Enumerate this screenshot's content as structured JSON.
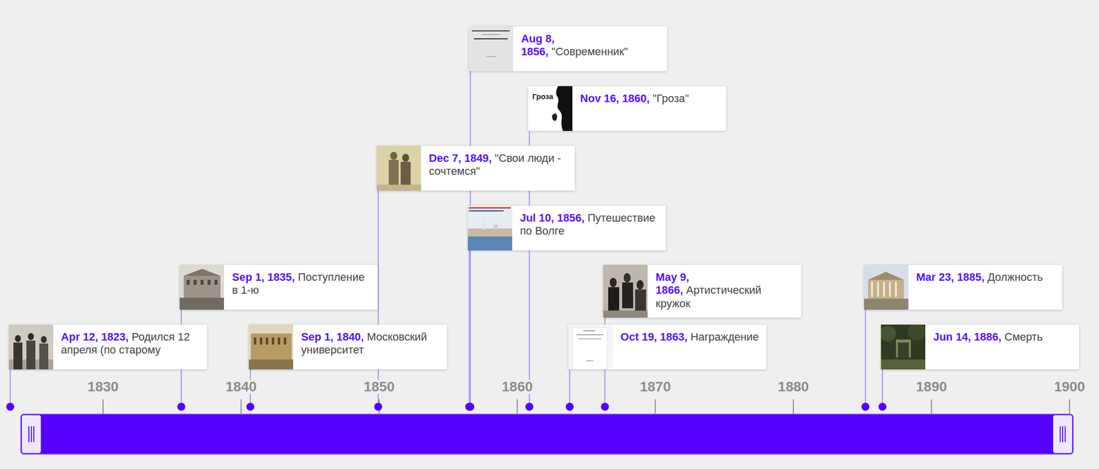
{
  "diagram": {
    "nodes": [
      {
        "text": [
          "Apr 12, 1823,",
          "Родился 12 апреля (по старому"
        ]
      },
      {
        "text": [
          "Sep 1, 1835,",
          "Поступление в 1-ю"
        ]
      },
      {
        "text": [
          "Sep 1, 1840,",
          "Московский университет"
        ]
      },
      {
        "text": [
          "Dec 7, 1849,",
          "\"Свои люди - сочтемся\""
        ]
      },
      {
        "text": [
          "Jul 10, 1856,",
          "Путешествие по Волге"
        ]
      },
      {
        "text": [
          "Aug 8, 1856,",
          "\"Современник\""
        ]
      },
      {
        "text": [
          "Nov 16, 1860,",
          "\"Гроза\""
        ]
      },
      {
        "text": [
          "Oct 19, 1863,",
          "Награждение"
        ]
      },
      {
        "text": [
          "May 9, 1866,",
          "Артистический кружок"
        ]
      },
      {
        "text": [
          "Mar 23, 1885,",
          "Должность"
        ]
      },
      {
        "text": [
          "Jun 14, 1886,",
          "Смерть"
        ]
      }
    ],
    "labels": [
      "1830",
      "1840",
      "1850",
      "1860",
      "1870",
      "1880",
      "1890",
      "1900",
      "Гроза"
    ]
  }
}
